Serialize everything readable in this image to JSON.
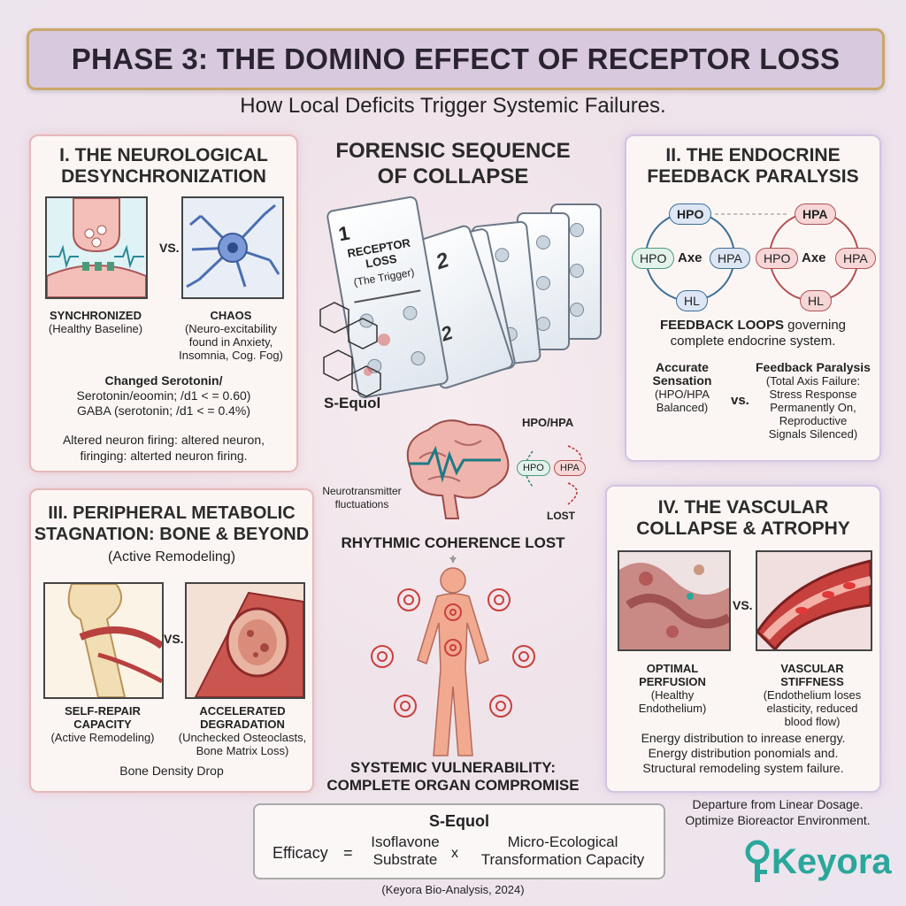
{
  "header": {
    "title": "PHASE 3: THE DOMINO EFFECT OF RECEPTOR LOSS",
    "subtitle": "How Local Deficits Trigger Systemic Failures."
  },
  "center": {
    "title_line1": "FORENSIC SEQUENCE",
    "title_line2": "OF COLLAPSE",
    "domino1_number": "1",
    "domino1_label_line1": "RECEPTOR",
    "domino1_label_line2": "LOSS",
    "domino1_sub": "(The Trigger)",
    "domino2_number": "2",
    "equol_label": "S-Equol",
    "brain_caption_line1": "Neurotransmitter",
    "brain_caption_line2": "fluctuations",
    "axis_top": "HPO/HPA",
    "axis_left": "HPO",
    "axis_right": "HPA",
    "axis_lost": "LOST",
    "rhythm_lost": "RHYTHMIC COHERENCE LOST",
    "systemic_line1": "SYSTEMIC VULNERABILITY:",
    "systemic_line2": "COMPLETE ORGAN COMPROMISE"
  },
  "panel1": {
    "title_line1": "I. THE NEUROLOGICAL",
    "title_line2": "DESYNCHRONIZATION",
    "vs": "VS.",
    "left_label": "SYNCHRONIZED",
    "left_sub": "(Healthy Baseline)",
    "right_label": "CHAOS",
    "right_sub_line1": "(Neuro-excitability",
    "right_sub_line2": "found in Anxiety,",
    "right_sub_line3": "Insomnia, Cog. Fog)",
    "changed_title": "Changed Serotonin/",
    "line1": "Serotonin/eoomin; /d1 < = 0.60)",
    "line2": "GABA (serotonin; /d1 < = 0.4%)",
    "footer_line1": "Altered neuron firing: altered neuron,",
    "footer_line2": "firinging: alterted neuron firing."
  },
  "panel2": {
    "title_line1": "II. THE ENDOCRINE",
    "title_line2": "FEEDBACK PARALYSIS",
    "loop1": {
      "top": "HPO",
      "left": "HPO",
      "center": "Axe",
      "right": "HPA",
      "bottom": "HL"
    },
    "loop2": {
      "top": "HPA",
      "left": "HPO",
      "center": "Axe",
      "right": "HPA",
      "bottom": "HL"
    },
    "feedback_line1_bold": "FEEDBACK LOOPS",
    "feedback_line1_rest": " governing",
    "feedback_line2": "complete endocrine system.",
    "left_title_line1": "Accurate",
    "left_title_line2": "Sensation",
    "left_sub_line1": "(HPO/HPA",
    "left_sub_line2": "Balanced)",
    "vs": "vs.",
    "right_title": "Feedback Paralysis",
    "right_sub_line1": "(Total Axis Failure:",
    "right_sub_line2": "Stress Response",
    "right_sub_line3": "Permanently On,",
    "right_sub_line4": "Reproductive",
    "right_sub_line5": "Signals Silenced)"
  },
  "panel3": {
    "title_line1": "III. PERIPHERAL METABOLIC",
    "title_line2": "STAGNATION: BONE & BEYOND",
    "subtitle": "(Active Remodeling)",
    "vs": "VS.",
    "left_label_line1": "SELF-REPAIR",
    "left_label_line2": "CAPACITY",
    "left_sub": "(Active Remodeling)",
    "right_label_line1": "ACCELERATED",
    "right_label_line2": "DEGRADATION",
    "right_sub_line1": "(Unchecked Osteoclasts,",
    "right_sub_line2": "Bone Matrix Loss)",
    "footer": "Bone Density Drop"
  },
  "panel4": {
    "title_line1": "IV. THE VASCULAR",
    "title_line2": "COLLAPSE & ATROPHY",
    "vs": "VS.",
    "left_label_line1": "OPTIMAL",
    "left_label_line2": "PERFUSION",
    "left_sub_line1": "(Healthy",
    "left_sub_line2": "Endothelium)",
    "right_label_line1": "VASCULAR",
    "right_label_line2": "STIFFNESS",
    "right_sub_line1": "(Endothelium loses",
    "right_sub_line2": "elasticity, reduced",
    "right_sub_line3": "blood flow)",
    "footer_line1": "Energy distribution to inrease energy.",
    "footer_line2": "Energy distribution ponomials and.",
    "footer_line3": "Structural remodeling system failure."
  },
  "formula": {
    "title": "S-Equol",
    "lhs": "Efficacy",
    "eq": "=",
    "term1_line1": "Isoflavone",
    "term1_line2": "Substrate",
    "times": "x",
    "term2_line1": "Micro-Ecological",
    "term2_line2": "Transformation Capacity"
  },
  "citation": "(Keyora Bio-Analysis, 2024)",
  "side_note_line1": "Departure from Linear Dosage.",
  "side_note_line2": "Optimize Bioreactor Environment.",
  "brand": {
    "name": "Keyora",
    "color": "#2aa79b"
  }
}
